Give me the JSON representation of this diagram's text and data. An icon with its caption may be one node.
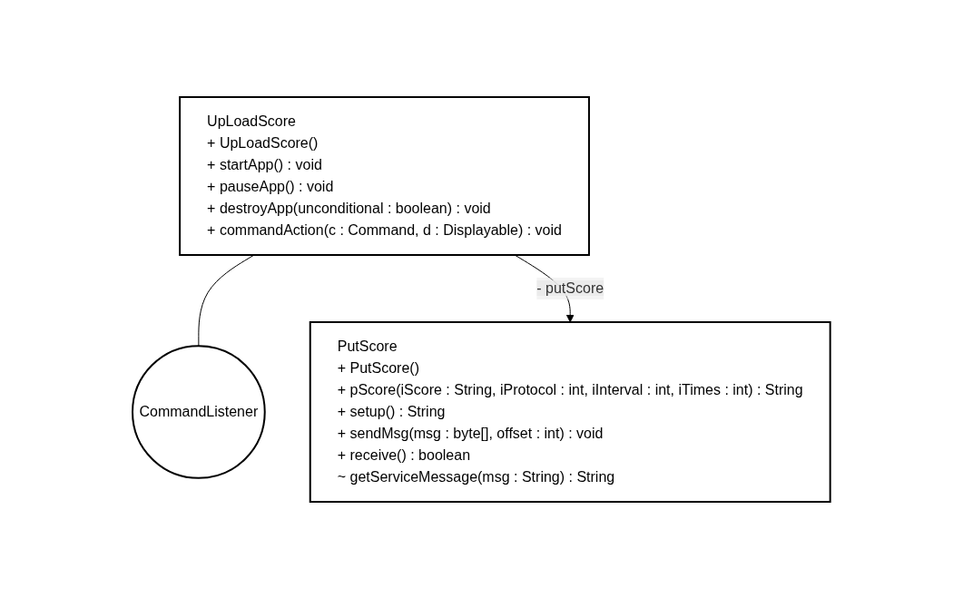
{
  "diagram": {
    "nodes": [
      {
        "text": [
          "UpLoadScore",
          "+ UpLoadScore()",
          "+ startApp() : void",
          "+ pauseApp() : void",
          "+ destroyApp(unconditional : boolean) : void",
          "+ commandAction(c : Command, d : Displayable) : void"
        ]
      },
      {
        "text": [
          "CommandListener"
        ]
      },
      {
        "text": [
          "PutScore",
          "+ PutScore()",
          "+ pScore(iScore : String, iProtocol : int, iInterval : int, iTimes : int) : String",
          "+ setup() : String",
          "+ sendMsg(msg : byte[], offset : int) : void",
          "+ receive() : boolean",
          "~ getServiceMessage(msg : String) : String"
        ]
      }
    ],
    "edges": [
      {
        "from": 0,
        "to": 1,
        "arrow": "none"
      },
      {
        "from": 0,
        "to": 2,
        "arrow": "to",
        "label": "- putScore"
      }
    ]
  }
}
